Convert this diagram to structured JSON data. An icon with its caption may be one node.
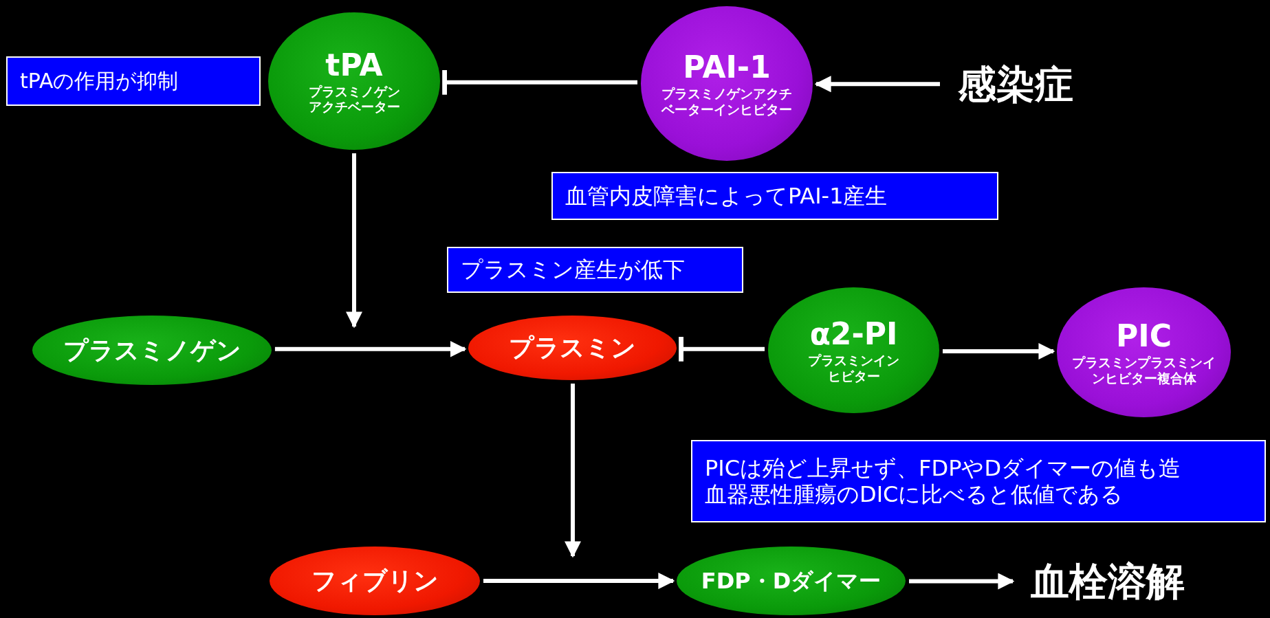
{
  "diagram": {
    "nodes": [
      {
        "text": [
          "tPAの作用が抑制"
        ]
      },
      {
        "text": [
          "tPA",
          "プラスミノゲンアクチベーター"
        ]
      },
      {
        "text": [
          "PAI-1",
          "プラスミノゲンアクチベーターインヒビター"
        ]
      },
      {
        "text": [
          "感染症"
        ]
      },
      {
        "text": [
          "血管内皮障害によってPAI-1産生"
        ]
      },
      {
        "text": [
          "プラスミン産生が低下"
        ]
      },
      {
        "text": [
          "プラスミノゲン"
        ]
      },
      {
        "text": [
          "プラスミン"
        ]
      },
      {
        "text": [
          "α2-PI",
          "プラスミンインヒビター"
        ]
      },
      {
        "text": [
          "PIC",
          "プラスミンプラスミンインヒビター複合体"
        ]
      },
      {
        "text": [
          "PICは殆ど上昇せず、FDPやDダイマーの値も造血器悪性腫瘍のDICに比べると低値である"
        ]
      },
      {
        "text": [
          "フィブリン"
        ]
      },
      {
        "text": [
          "FDP・Dダイマー"
        ]
      },
      {
        "text": [
          "血栓溶解"
        ]
      }
    ],
    "edges": [
      {
        "from": 3,
        "to": 2,
        "arrow": "to"
      },
      {
        "from": 2,
        "to": 1,
        "arrow": "other"
      },
      {
        "from": 1,
        "to": null,
        "arrow": "to"
      },
      {
        "from": 6,
        "to": 7,
        "arrow": "to"
      },
      {
        "from": 8,
        "to": 7,
        "arrow": "other"
      },
      {
        "from": 8,
        "to": 9,
        "arrow": "to"
      },
      {
        "from": 7,
        "to": null,
        "arrow": "to"
      },
      {
        "from": 11,
        "to": 12,
        "arrow": "to"
      },
      {
        "from": 12,
        "to": 13,
        "arrow": "to"
      }
    ]
  }
}
